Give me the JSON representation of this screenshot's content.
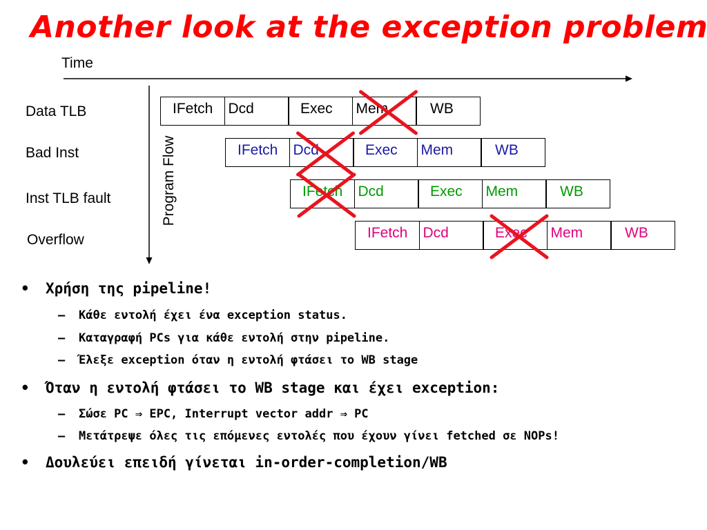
{
  "title": "Another look at the exception problem",
  "diagram": {
    "time_label": "Time",
    "program_flow_label": "Program Flow",
    "rows": [
      {
        "label": "Data TLB",
        "color": "#000000",
        "stages": [
          "IFetch",
          "Dcd",
          "Exec",
          "Mem",
          "WB"
        ]
      },
      {
        "label": "Bad Inst",
        "color": "#1a1aa6",
        "stages": [
          "IFetch",
          "Dcd",
          "Exec",
          "Mem",
          "WB"
        ]
      },
      {
        "label": "Inst TLB fault",
        "color": "#009900",
        "stages": [
          "IFetch",
          "Dcd",
          "Exec",
          "Mem",
          "WB"
        ]
      },
      {
        "label": "Overflow",
        "color": "#e0007f",
        "stages": [
          "IFetch",
          "Dcd",
          "Exec",
          "Mem",
          "WB"
        ]
      }
    ],
    "cross_color": "#e8141e",
    "crossed_stages": [
      {
        "row": 0,
        "stage": "Mem"
      },
      {
        "row": 1,
        "stage": "Dcd"
      },
      {
        "row": 2,
        "stage": "IFetch"
      },
      {
        "row": 3,
        "stage": "Exec"
      }
    ]
  },
  "bullets": [
    {
      "text": "Χρήση της pipeline!",
      "sub": [
        "Κάθε εντολή έχει ένα exception status.",
        "Καταγραφή PCs για κάθε εντολή στην pipeline.",
        "Έλεξε exception όταν η εντολή φτάσει το WB stage"
      ]
    },
    {
      "text": "Όταν η εντολή φτάσει το WB stage και έχει exception:",
      "sub": [
        "Σώσε PC ⇒ EPC, Interrupt vector addr ⇒ PC",
        "Μετάτρεψε όλες τις επόμενες εντολές που έχουν γίνει fetched σε NOPs!"
      ]
    },
    {
      "text": "Δουλεύει επειδή γίνεται in-order-completion/WB",
      "sub": []
    }
  ]
}
